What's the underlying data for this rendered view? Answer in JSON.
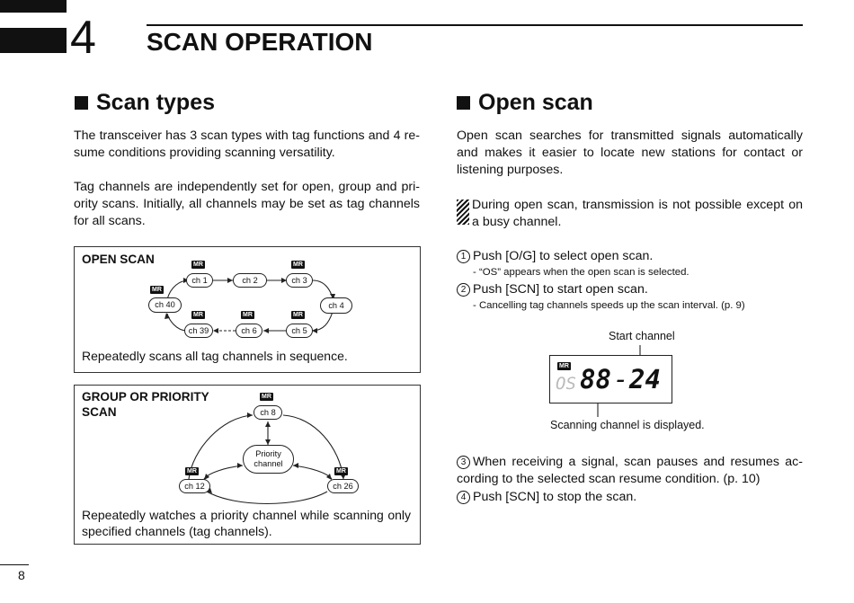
{
  "chapter": {
    "number": "4",
    "title": "SCAN OPERATION"
  },
  "left": {
    "heading": "Scan types",
    "para1": "The transceiver has 3 scan types with tag functions and 4 re-sume conditions providing scanning versatility.",
    "para2": "Tag channels are independently set for open, group and pri-ority scans. Initially, all channels may be set as tag channels for all scans.",
    "open_box": {
      "title": "OPEN SCAN",
      "badge": "MR",
      "channels": [
        "ch 1",
        "ch 2",
        "ch 3",
        "ch 4",
        "ch 5",
        "ch 6",
        "ch 39",
        "ch 40"
      ],
      "caption": "Repeatedly scans all tag channels in sequence."
    },
    "group_box": {
      "title_line1": "GROUP OR PRIORITY",
      "title_line2": "SCAN",
      "badge": "MR",
      "channels": [
        "ch 8",
        "ch 12",
        "ch 26"
      ],
      "priority_line1": "Priority",
      "priority_line2": "channel",
      "caption": "Repeatedly watches a priority channel while scanning only specified channels (tag channels)."
    }
  },
  "right": {
    "heading": "Open scan",
    "para1": "Open scan searches for transmitted signals automatically and makes it easier to locate new stations for contact or listening purposes.",
    "note": "During open scan, transmission is not possible except on a busy channel.",
    "steps": [
      {
        "marker": "1",
        "text": "Push [O/G] to select open scan.",
        "sub": "- “OS” appears when the open scan is selected."
      },
      {
        "marker": "2",
        "text": "Push [SCN] to start open scan.",
        "sub": "- Cancelling tag channels speeds up the scan interval. (p. 9)"
      },
      {
        "marker": "3",
        "text": "When receiving a signal, scan pauses and resumes ac-cording to the selected scan resume condition. (p. 10)"
      },
      {
        "marker": "4",
        "text": "Push [SCN] to stop the scan."
      }
    ],
    "display": {
      "badge": "MR",
      "mode_text": "OS",
      "scan_digits": "88",
      "dash": "-",
      "start_digits": "24",
      "label_top": "Start channel",
      "label_bottom": "Scanning channel is displayed."
    }
  },
  "page_number": "8"
}
